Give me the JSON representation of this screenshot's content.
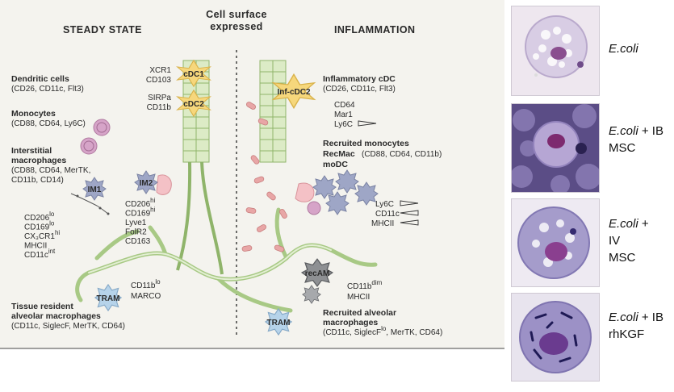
{
  "headers": {
    "steady": "STEADY STATE",
    "surface_line1": "Cell surface",
    "surface_line2": "expressed",
    "inflammation": "INFLAMMATION"
  },
  "steady_state": {
    "dc_title": "Dendritic cells",
    "dc_markers": "(CD26, CD11c, Flt3)",
    "mono_title": "Monocytes",
    "mono_markers": "(CD88, CD64, Ly6C)",
    "im_title_1": "Interstitial",
    "im_title_2": "macrophages",
    "im_markers_1": "(CD88, CD64, MerTK,",
    "im_markers_2": "CD11b, CD14)",
    "im1_label": "IM1",
    "im1_markers": [
      {
        "base": "CD206",
        "sup": "lo"
      },
      {
        "base": "CD169",
        "sup": "lo"
      },
      {
        "base": "CX₃CR1",
        "sup": "hi"
      },
      {
        "base": "MHCII",
        "sup": ""
      },
      {
        "base": "CD11c",
        "sup": "int"
      }
    ],
    "im2_label": "IM2",
    "im2_markers": [
      {
        "base": "CD206",
        "sup": "hi"
      },
      {
        "base": "CD169",
        "sup": "hi"
      },
      {
        "base": "Lyve1",
        "sup": ""
      },
      {
        "base": "FolR2",
        "sup": ""
      },
      {
        "base": "CD163",
        "sup": ""
      }
    ],
    "cdc1_label": "cDC1",
    "cdc1_m1": "XCR1",
    "cdc1_m2": "CD103",
    "cdc2_label": "cDC2",
    "cdc2_m1": "SIRPa",
    "cdc2_m2": "CD11b",
    "tram_label": "TRAM",
    "tram_m1_base": "CD11b",
    "tram_m1_sup": "lo",
    "tram_m2": "MARCO",
    "tram_title_1": "Tissue resident",
    "tram_title_2": "alveolar macrophages",
    "tram_markers": "(CD11c, SiglecF, MerTK, CD64)"
  },
  "inflammation": {
    "infcdc2_label": "Inf-cDC2",
    "inf_title": "Inflammatory cDC",
    "inf_markers": "(CD26, CD11c, Flt3)",
    "inf_m1": "CD64",
    "inf_m2": "Mar1",
    "inf_m3": "Ly6C",
    "rec_title": "Recruited monocytes",
    "recmac": "RecMac",
    "recmac_markers": "(CD88, CD64, CD11b)",
    "modc": "moDC",
    "rec_m1": "Ly6C",
    "rec_m2": "CD11c",
    "rec_m3": "MHCII",
    "recam_label": "recAM",
    "recam_m1_base": "CD11b",
    "recam_m1_sup": "dim",
    "recam_m2": "MHCII",
    "tram_label": "TRAM",
    "ram_title_1": "Recruited alveolar",
    "ram_title_2": "macrophages",
    "ram_markers_a": "(CD11c, SiglecF",
    "ram_markers_sup": "lo",
    "ram_markers_b": ", MerTK, CD64)"
  },
  "panels": [
    {
      "caption_italic": "E.coli",
      "caption_rest": ""
    },
    {
      "caption_italic": "E.coli",
      "caption_rest": "+ IB MSC"
    },
    {
      "caption_italic": "E.coli",
      "caption_rest": "+ IV MSC"
    },
    {
      "caption_italic": "E.coli",
      "caption_rest": "+ IB rhKGF"
    }
  ],
  "colors": {
    "diagram_bg": "#f4f3ee",
    "epithelium": "#dcebc6",
    "epithelium_border": "#8fb46a",
    "dc_yellow": "#f6d77c",
    "macrophage_blue": "#9ea6c6",
    "tram_blue": "#b6d3ea",
    "monocyte_pink": "#d6a4c8",
    "rbc_pink": "#e8a6a6",
    "dark_mac": "#8e9093"
  }
}
